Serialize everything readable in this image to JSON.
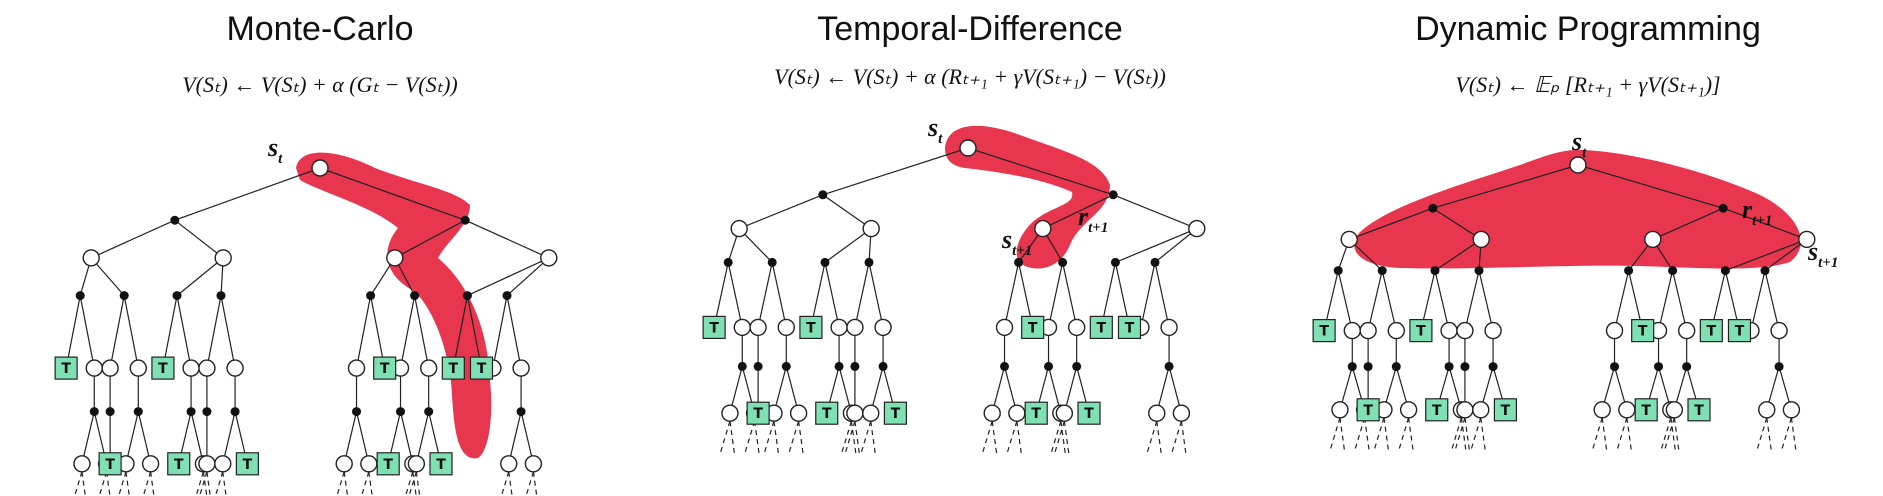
{
  "colors": {
    "highlight": "#e8364f",
    "terminal": "#7fe0b4"
  },
  "panels": [
    {
      "title": "Monte-Carlo",
      "equation": "V(Sₜ) ← V(Sₜ) + α (Gₜ − V(Sₜ))",
      "labels": [
        {
          "base": "s",
          "sub": "t"
        }
      ]
    },
    {
      "title": "Temporal-Difference",
      "equation": "V(Sₜ) ← V(Sₜ) + α (Rₜ₊₁ + γV(Sₜ₊₁) − V(Sₜ))",
      "labels": [
        {
          "base": "s",
          "sub": "t"
        },
        {
          "base": "r",
          "sub": "t+1"
        },
        {
          "base": "s",
          "sub": "t+1"
        }
      ]
    },
    {
      "title": "Dynamic Programming",
      "equation": "V(Sₜ) ← 𝔼ₚ [Rₜ₊₁ + γV(Sₜ₊₁)]",
      "labels": [
        {
          "base": "s",
          "sub": "t"
        },
        {
          "base": "r",
          "sub": "t+1"
        },
        {
          "base": "s",
          "sub": "t+1"
        }
      ]
    }
  ],
  "terminal_label": "T"
}
